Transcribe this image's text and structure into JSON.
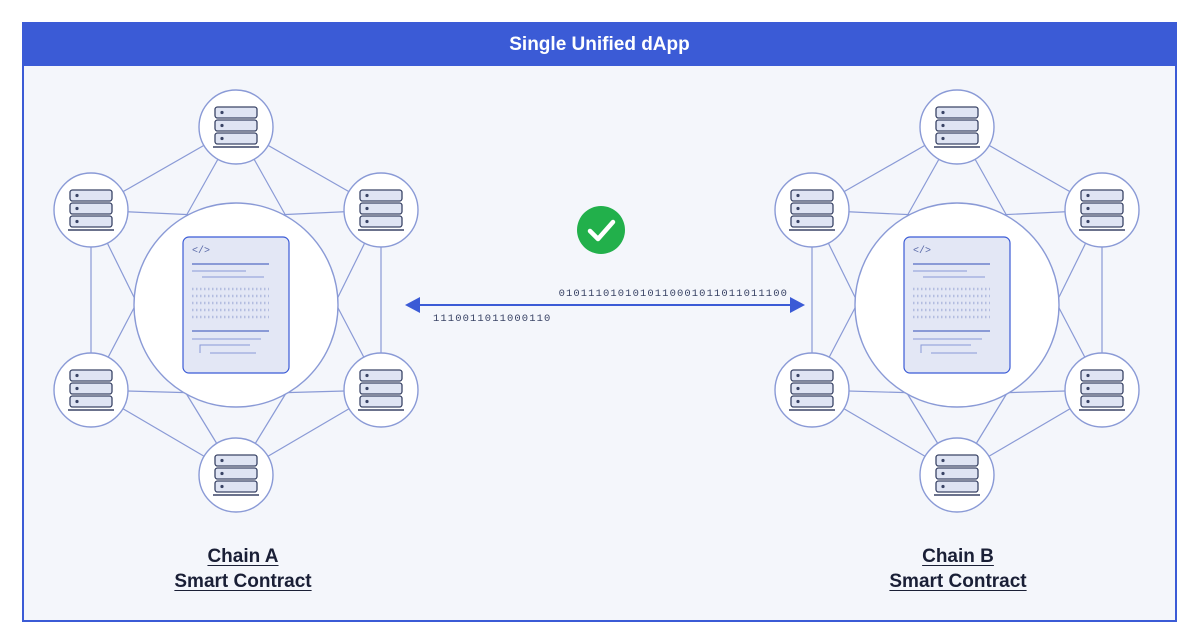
{
  "banner": {
    "title": "Single Unified dApp"
  },
  "colors": {
    "accent": "#3b5bd6",
    "success": "#22b04b",
    "line": "#8a9ad6",
    "background": "#f4f6fb"
  },
  "bridge": {
    "status_icon": "check-circle-icon",
    "upper_bits": "0101110101010110001011011011100",
    "lower_bits": "1110011011000110"
  },
  "chains": [
    {
      "name": "Chain A",
      "subtitle": "Smart Contract",
      "node_icon": "server-icon",
      "contract_icon": "code-icon",
      "contract_tag": "</>"
    },
    {
      "name": "Chain B",
      "subtitle": "Smart Contract",
      "node_icon": "server-icon",
      "contract_icon": "code-icon",
      "contract_tag": "</>"
    }
  ]
}
